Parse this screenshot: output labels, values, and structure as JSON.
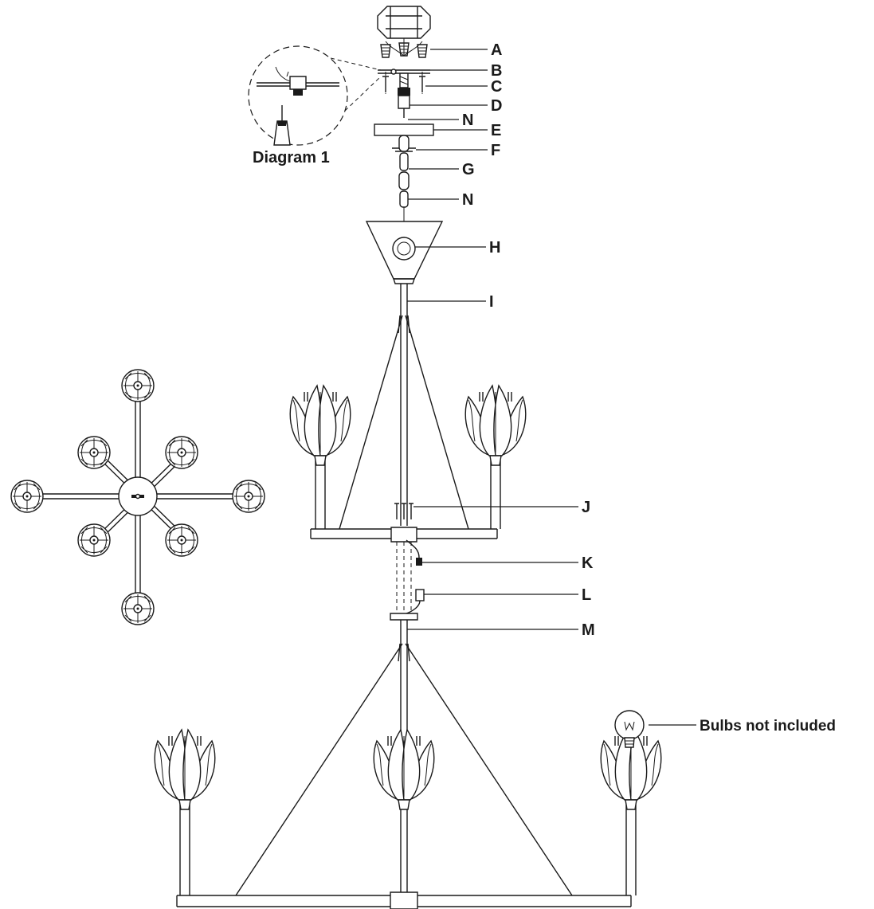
{
  "parts": [
    "A",
    "B",
    "C",
    "D",
    "N",
    "E",
    "F",
    "G",
    "N",
    "H",
    "I",
    "J",
    "K",
    "L",
    "M"
  ],
  "detail": {
    "caption": "Diagram 1"
  },
  "note": {
    "text": "Bulbs not included"
  },
  "colors": {
    "ink": "#1a1a1a",
    "background": "#ffffff"
  }
}
